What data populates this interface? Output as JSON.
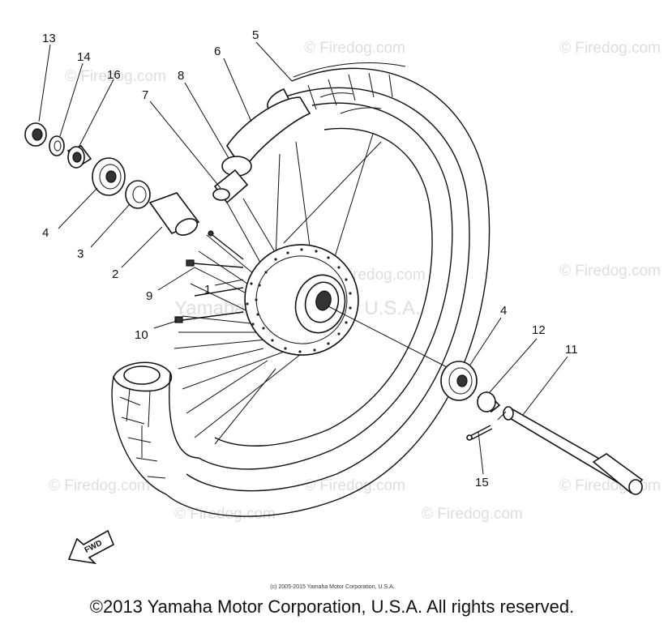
{
  "diagram": {
    "part_labels": [
      "13",
      "14",
      "16",
      "5",
      "6",
      "8",
      "7",
      "4",
      "3",
      "2",
      "9",
      "1",
      "10",
      "4",
      "12",
      "11",
      "15"
    ],
    "fwd_label": "FWD",
    "watermarks": [
      "© Firedog.com",
      "© Firedog.com",
      "© Firedog.com",
      "© Firedog.com",
      "© Firedog.com",
      "© Firedog.com",
      "© Firedog.com",
      "© Firedog.com",
      "© Firedog.com",
      "© Firedog.com"
    ],
    "watermark_center": "Yamaha Motor Corp., U.S.A.",
    "credit_line": "(c) 2005-2015 Yamaha Motor Corporation, U.S.A."
  },
  "footer": {
    "copyright": "©2013 Yamaha Motor Corporation, U.S.A. All rights reserved."
  }
}
